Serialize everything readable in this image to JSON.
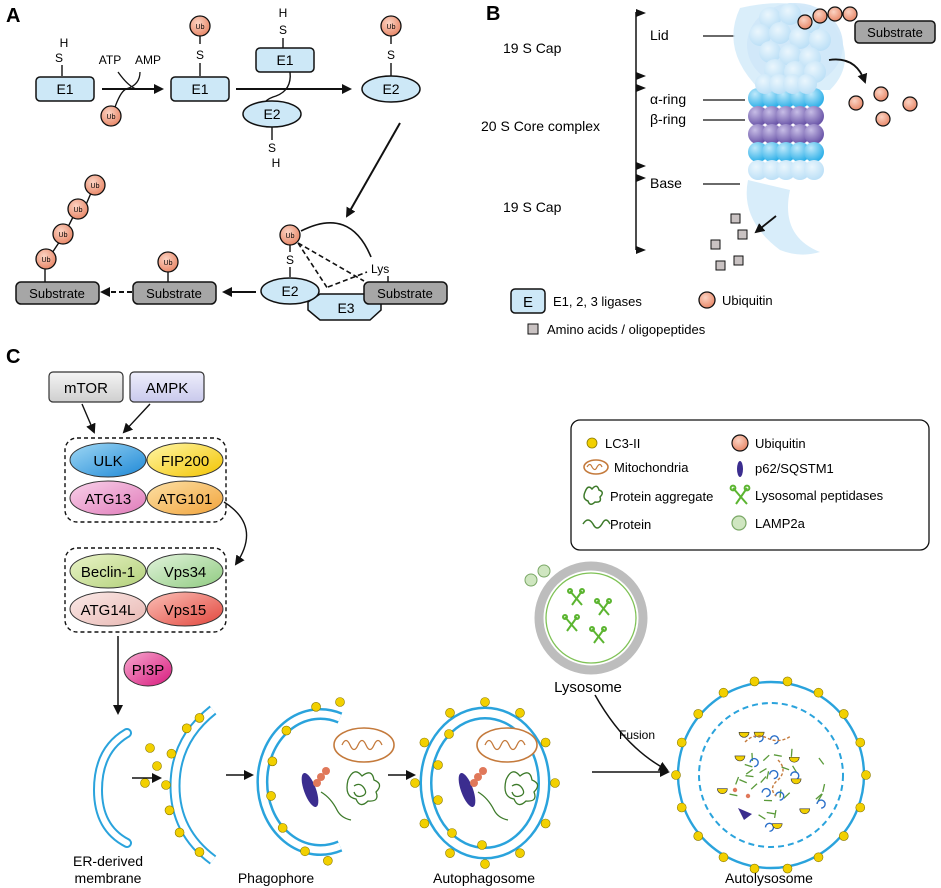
{
  "panelA": {
    "letter": "A",
    "sh_s": "S",
    "sh_h": "H",
    "e1": "E1",
    "e2": "E2",
    "e3": "E3",
    "atp": "ATP",
    "amp": "AMP",
    "ub": "Ub",
    "lys": "Lys",
    "substrate": "Substrate"
  },
  "panelB": {
    "letter": "B",
    "cap_top": "19 S Cap",
    "core": "20 S Core complex",
    "cap_bottom": "19 S Cap",
    "lid": "Lid",
    "alpha_ring": "α-ring",
    "beta_ring": "β-ring",
    "base": "Base",
    "substrate": "Substrate",
    "legend_e_symbol": "E",
    "legend_ligases": "E1, 2, 3 ligases",
    "legend_ubiquitin": "Ubiquitin",
    "legend_amino": "Amino acids / oligopeptides"
  },
  "panelC": {
    "letter": "C",
    "mtor": "mTOR",
    "ampk": "AMPK",
    "ulk": "ULK",
    "fip200": "FIP200",
    "atg13": "ATG13",
    "atg101": "ATG101",
    "beclin": "Beclin-1",
    "vps34": "Vps34",
    "atg14l": "ATG14L",
    "vps15": "Vps15",
    "pi3p": "PI3P",
    "lysosome": "Lysosome",
    "fusion": "Fusion",
    "er_line1": "ER-derived",
    "er_line2": "membrane",
    "phagophore": "Phagophore",
    "autophagosome": "Autophagosome",
    "autolysosome": "Autolysosome",
    "legend": {
      "lc3": "LC3-II",
      "mito": "Mitochondria",
      "aggregate": "Protein aggregate",
      "protein": "Protein",
      "ubiquitin": "Ubiquitin",
      "p62": "p62/SQSTM1",
      "peptidases": "Lysosomal peptidases",
      "lamp2a": "LAMP2a"
    }
  },
  "colors": {
    "e_fill": "#cde8f7",
    "ub_fill": "#f4a58a",
    "substrate_fill": "#a6a6a6",
    "proteasome_light": "#cfe7f8",
    "alpha_ring": "#5cc3ee",
    "beta_ring": "#8f7bbf",
    "lc3": "#f2d000",
    "membrane": "#2aa3dc",
    "lysosome_ring": "#bdbdbd",
    "peptidase": "#5cb531",
    "mito": "#c47a3c",
    "p62": "#3b2d8f"
  }
}
